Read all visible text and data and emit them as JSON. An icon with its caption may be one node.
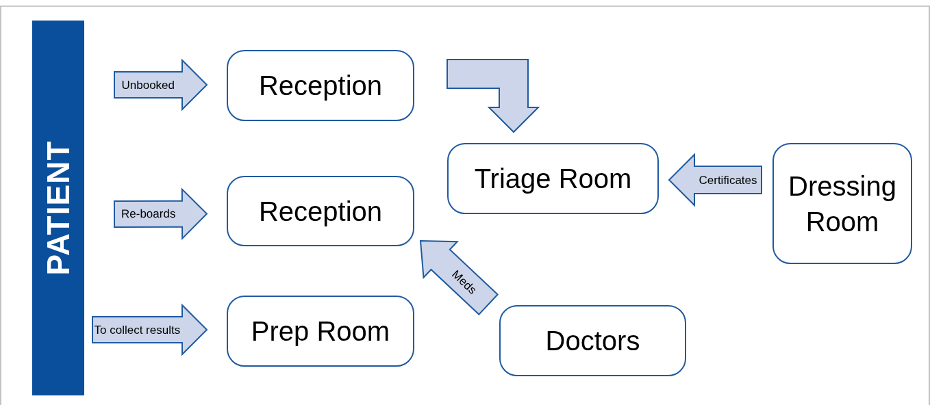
{
  "diagram": {
    "nodes": [
      {
        "text": [
          "PATIENT"
        ]
      },
      {
        "text": [
          "Reception"
        ]
      },
      {
        "text": [
          "Reception"
        ]
      },
      {
        "text": [
          "Prep Room"
        ]
      },
      {
        "text": [
          "Triage Room"
        ]
      },
      {
        "text": [
          "Dressing Room"
        ]
      },
      {
        "text": [
          "Doctors"
        ]
      }
    ],
    "edges": [
      {
        "from": 0,
        "to": 1,
        "arrow": "to",
        "label": "Unbooked"
      },
      {
        "from": 0,
        "to": 2,
        "arrow": "to",
        "label": "Re-boards"
      },
      {
        "from": 0,
        "to": 3,
        "arrow": "to",
        "label": "To collect results"
      },
      {
        "from": 1,
        "to": 4,
        "arrow": "to"
      },
      {
        "from": 5,
        "to": 4,
        "arrow": "to",
        "label": "Certificates"
      },
      {
        "from": 6,
        "to": 2,
        "arrow": "to",
        "label": "Meds"
      }
    ]
  }
}
